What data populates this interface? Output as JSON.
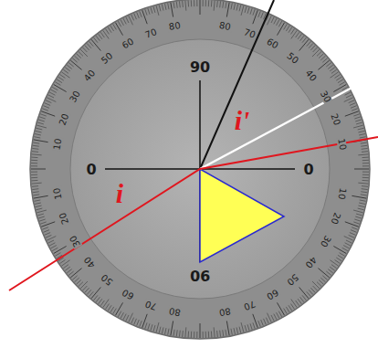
{
  "diagram": {
    "labels": [
      "90",
      "0",
      "0",
      "90",
      "i",
      "i'",
      "10",
      "20",
      "30",
      "40",
      "50",
      "60",
      "70",
      "80",
      "80",
      "70",
      "60",
      "50",
      "40",
      "30",
      "20",
      "10",
      "10",
      "20",
      "30",
      "40",
      "50",
      "60",
      "70",
      "80",
      "80",
      "70",
      "60",
      "50",
      "40",
      "30",
      "20",
      "10"
    ]
  }
}
